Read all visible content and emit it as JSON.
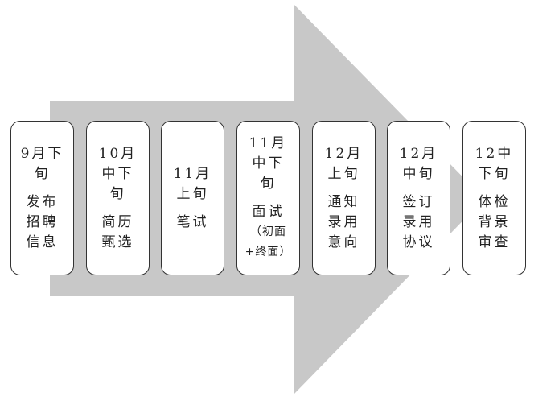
{
  "colors": {
    "arrow": "#c8c8c8",
    "box_border": "#333333"
  },
  "steps": [
    {
      "time": [
        "9月下",
        "旬"
      ],
      "task": [
        "发布",
        "招聘",
        "信息"
      ]
    },
    {
      "time": [
        "10月",
        "中下",
        "旬"
      ],
      "task": [
        "简历",
        "甄选"
      ]
    },
    {
      "time": [
        "11月",
        "上旬"
      ],
      "task": [
        "笔试"
      ]
    },
    {
      "time": [
        "11月",
        "中下",
        "旬"
      ],
      "task": [
        "面试",
        "（初面",
        "+终面）"
      ]
    },
    {
      "time": [
        "12月",
        "上旬"
      ],
      "task": [
        "通知",
        "录用",
        "意向"
      ]
    },
    {
      "time": [
        "12月",
        "中旬"
      ],
      "task": [
        "签订",
        "录用",
        "协议"
      ]
    },
    {
      "time": [
        "12中",
        "下旬"
      ],
      "task": [
        "体检",
        "背景",
        "审查"
      ]
    }
  ]
}
